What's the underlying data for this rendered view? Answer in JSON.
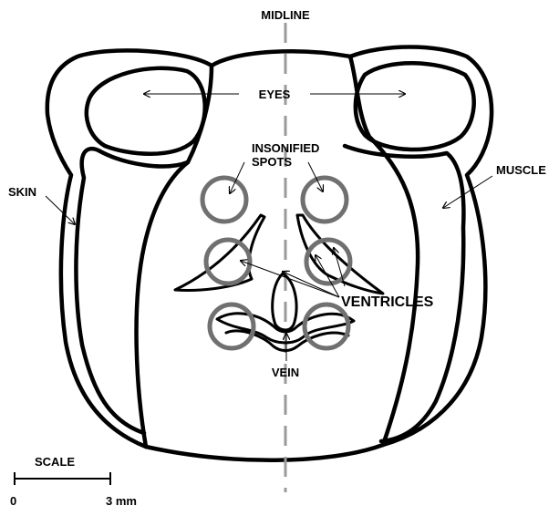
{
  "labels": {
    "midline": "MIDLINE",
    "eyes": "EYES",
    "insonified_line1": "INSONIFIED",
    "insonified_line2": "SPOTS",
    "skin": "SKIN",
    "muscle": "MUSCLE",
    "ventricles": "VENTRICLES",
    "vein": "VEIN"
  },
  "scale": {
    "title": "SCALE",
    "start": "0",
    "end": "3 mm"
  },
  "colors": {
    "outline": "#000000",
    "insonified_spot": "#707070",
    "midline": "#9a9a9a"
  }
}
